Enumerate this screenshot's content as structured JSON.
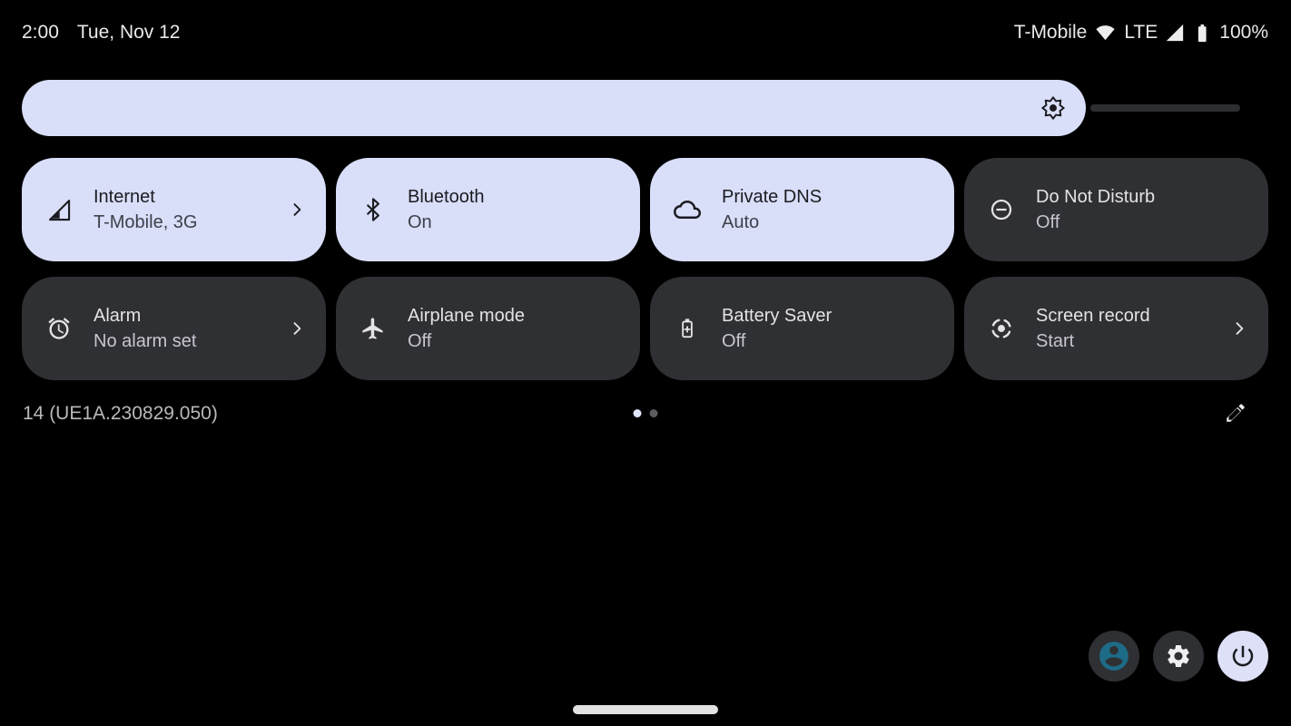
{
  "status_bar": {
    "time": "2:00",
    "date": "Tue, Nov 12",
    "carrier": "T-Mobile",
    "network_type": "LTE",
    "battery_percent": "100%",
    "icons": [
      "wifi-icon",
      "cellular-signal-icon",
      "battery-icon"
    ]
  },
  "brightness": {
    "icon": "brightness-icon",
    "value_percent": 87
  },
  "tiles": [
    {
      "title": "Internet",
      "subtitle": "T-Mobile, 3G",
      "icon": "cellular-signal-partial-icon",
      "active": true,
      "chevron": true
    },
    {
      "title": "Bluetooth",
      "subtitle": "On",
      "icon": "bluetooth-icon",
      "active": true,
      "chevron": false
    },
    {
      "title": "Private DNS",
      "subtitle": "Auto",
      "icon": "cloud-icon",
      "active": true,
      "chevron": false
    },
    {
      "title": "Do Not Disturb",
      "subtitle": "Off",
      "icon": "do-not-disturb-icon",
      "active": false,
      "chevron": false
    },
    {
      "title": "Alarm",
      "subtitle": "No alarm set",
      "icon": "alarm-clock-icon",
      "active": false,
      "chevron": true
    },
    {
      "title": "Airplane mode",
      "subtitle": "Off",
      "icon": "airplane-icon",
      "active": false,
      "chevron": false
    },
    {
      "title": "Battery Saver",
      "subtitle": "Off",
      "icon": "battery-saver-icon",
      "active": false,
      "chevron": false
    },
    {
      "title": "Screen record",
      "subtitle": "Start",
      "icon": "screen-record-icon",
      "active": false,
      "chevron": true
    }
  ],
  "footer": {
    "build_number": "14 (UE1A.230829.050)",
    "page_indicator": {
      "count": 2,
      "active_index": 0
    },
    "edit_icon": "pencil-icon"
  },
  "quick_buttons": {
    "user_icon": "avatar-icon",
    "settings_icon": "gear-icon",
    "power_icon": "power-icon"
  },
  "colors": {
    "background": "#000000",
    "tile_active_bg": "#d9def9",
    "tile_inactive_bg": "#2f3033",
    "accent_avatar_teal": "#1d6b87",
    "status_text": "#e9e9e9"
  }
}
